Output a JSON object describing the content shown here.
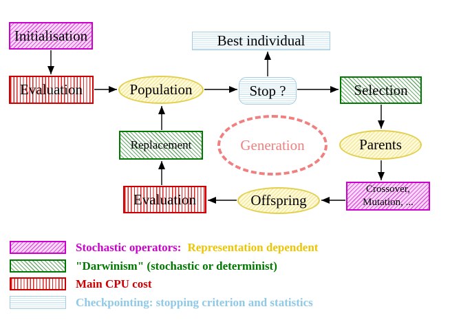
{
  "nodes": {
    "initialisation": "Initialisation",
    "evaluation_top": "Evaluation",
    "population": "Population",
    "best_individual": "Best individual",
    "stop": "Stop ?",
    "selection": "Selection",
    "parents": "Parents",
    "crossover_line1": "Crossover,",
    "crossover_line2": "Mutation, ...",
    "offspring": "Offspring",
    "evaluation_bottom": "Evaluation",
    "replacement": "Replacement",
    "generation": "Generation"
  },
  "legend": {
    "items": [
      {
        "swatch": "magenta-diagonal-hatch",
        "segments": [
          {
            "text": "Stochastic operators:",
            "color": "#cc00cc"
          },
          {
            "text": "Representation dependent",
            "color": "#edc500"
          }
        ]
      },
      {
        "swatch": "green-diagonal-hatch",
        "segments": [
          {
            "text": "\"Darwinism\" (stochastic or determinist)",
            "color": "#007700"
          }
        ]
      },
      {
        "swatch": "red-vertical-hatch",
        "segments": [
          {
            "text": "Main CPU cost",
            "color": "#cc0000"
          }
        ]
      },
      {
        "swatch": "cyan-horizontal-hatch",
        "segments": [
          {
            "text": "Checkpointing: stopping criterion and statistics",
            "color": "#8fc9e8"
          }
        ]
      }
    ]
  },
  "colors": {
    "magenta": "#cc00cc",
    "green": "#007700",
    "red": "#cc0000",
    "cyan_border": "#a4cbe0",
    "yellow_border": "#e3cf4e",
    "salmon": "#f08080",
    "gold_text": "#edc500",
    "light_blue_text": "#8fc9e8",
    "arrow": "#000000"
  }
}
